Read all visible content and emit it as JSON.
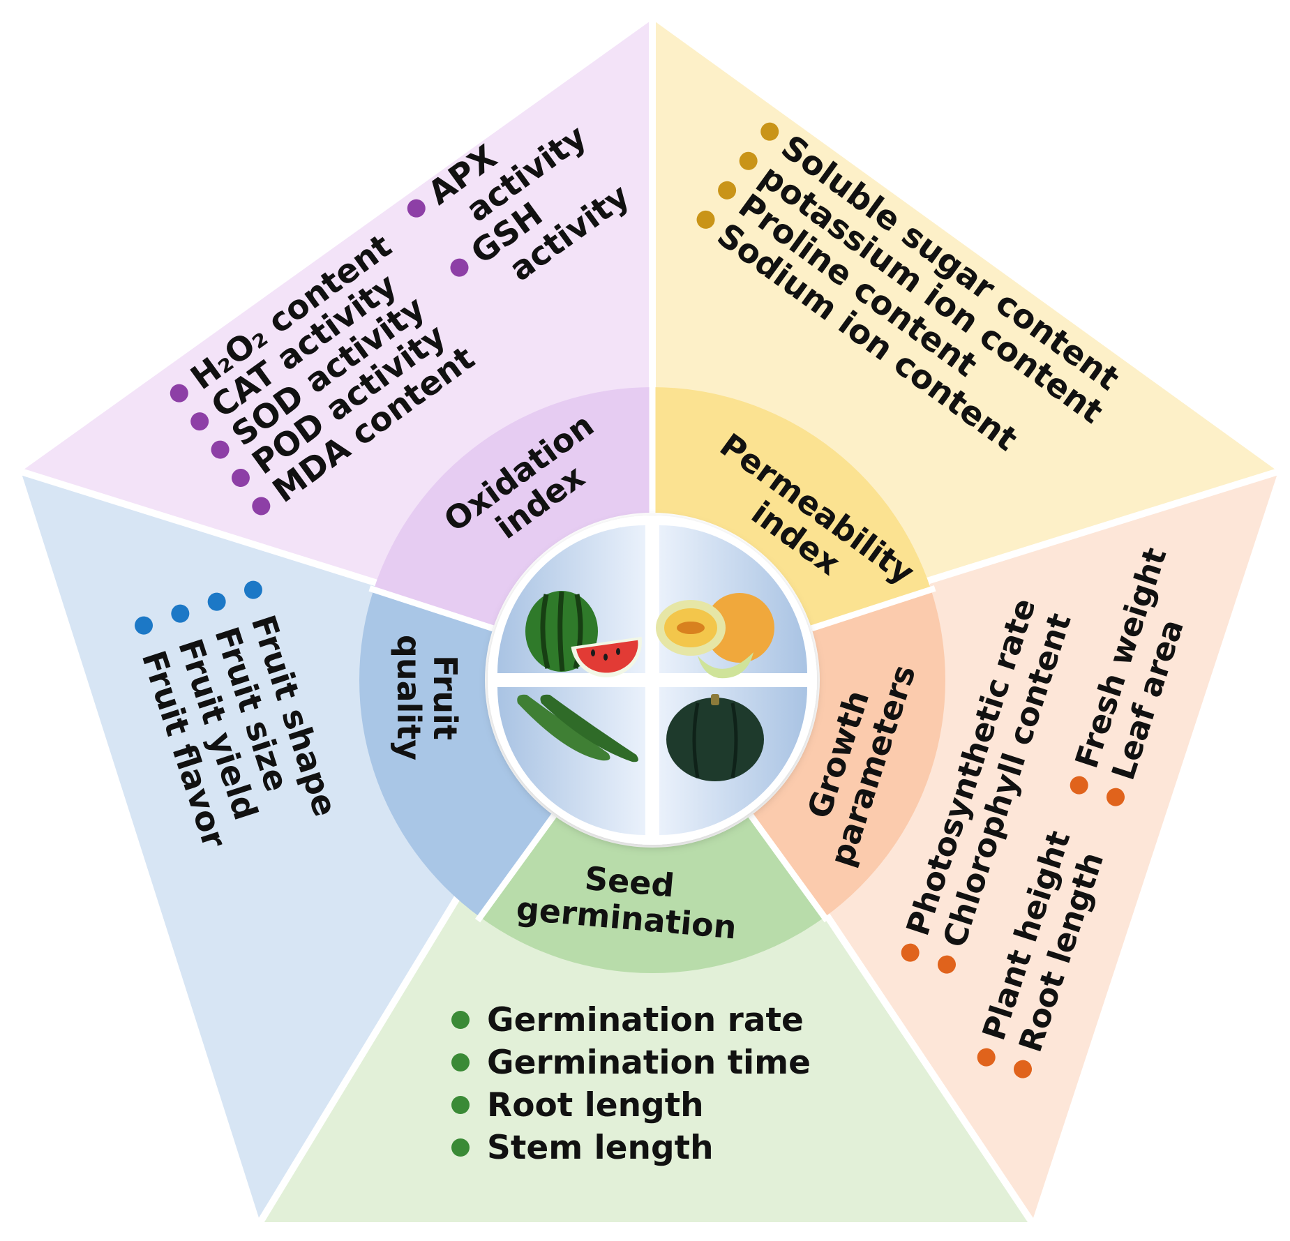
{
  "diagram": {
    "center": {
      "icons": [
        "watermelon-icon",
        "melon-icon",
        "cucumber-icon",
        "pumpkin-icon"
      ]
    },
    "sectors": [
      {
        "id": "oxidation",
        "title": [
          "Oxidation",
          "index"
        ],
        "colors": {
          "outer": "#f3e3f8",
          "inner": "#e6ccf2",
          "bullet": "#8d3fa6"
        },
        "items": [
          "H₂O₂ content",
          "CAT activity",
          "SOD activity",
          "POD activity",
          "MDA content"
        ],
        "items_right": [
          [
            "APX",
            "activity"
          ],
          [
            "GSH",
            "activity"
          ]
        ]
      },
      {
        "id": "permeability",
        "title": [
          "Permeability",
          "index"
        ],
        "colors": {
          "outer": "#fdf0c8",
          "inner": "#fbe291",
          "bullet": "#c99418"
        },
        "items": [
          "Soluble sugar content",
          "potassium ion content",
          "Proline content",
          "Sodium ion content"
        ]
      },
      {
        "id": "growth",
        "title": [
          "Growth",
          "parameters"
        ],
        "colors": {
          "outer": "#fde6d8",
          "inner": "#fbcbad",
          "bullet": "#e0631c"
        },
        "items": [
          "Photosynthetic rate",
          "Chlorophyll content",
          "Plant height",
          "Root length"
        ],
        "items_right": [
          "Fresh weight",
          "Leaf area"
        ]
      },
      {
        "id": "seed",
        "title": [
          "Seed",
          "germination"
        ],
        "colors": {
          "outer": "#e2f0d8",
          "inner": "#b8dcaa",
          "bullet": "#3a8a36"
        },
        "items": [
          "Germination rate",
          "Germination time",
          "Root length",
          "Stem length"
        ]
      },
      {
        "id": "fruit",
        "title": [
          "Fruit",
          "quality"
        ],
        "colors": {
          "outer": "#d7e5f4",
          "inner": "#a9c6e6",
          "bullet": "#1c78c6"
        },
        "items": [
          "Fruit shape",
          "Fruit size",
          "Fruit yield",
          "Fruit flavor"
        ]
      }
    ]
  }
}
